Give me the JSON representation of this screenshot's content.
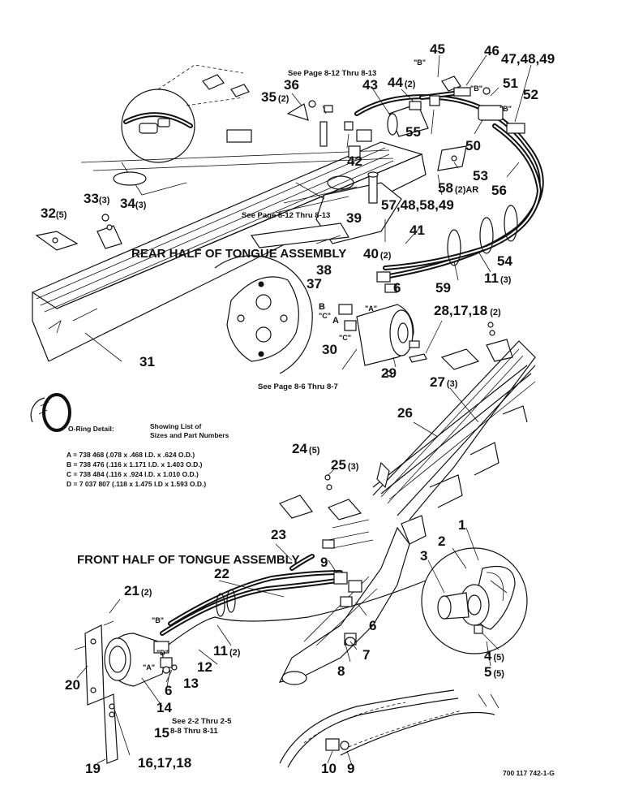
{
  "notes": {
    "see_top": "See Page 8-12 Thru 8-13",
    "see_mid": "See Page 8-12 Thru 8-13",
    "see_motor": "See Page 8-6 Thru 8-7",
    "see_bottom_1": "See 2-2 Thru 2-5",
    "see_bottom_2": "8-8 Thru 8-11"
  },
  "sections": {
    "rear": "REAR HALF OF TONGUE ASSEMBLY",
    "front": "FRONT HALF OF TONGUE ASSEMBLY"
  },
  "oring": {
    "title": "O-Ring Detail:",
    "desc_1": "Showing List of",
    "desc_2": "Sizes and Part Numbers",
    "rows": [
      "A =     738 468 (.078 x .468 I.D. x .624 O.D.)",
      "B =     738 476 (.116 x 1.171 I.D. x 1.403 O.D.)",
      "C =     738 484 (.116 x .924 I.D. x 1.010 O.D.)",
      "D = 7 037 807 (.118 x 1.475 I.D x 1.593 O.D.)"
    ]
  },
  "ports": {
    "b_top_left": "\"B\"",
    "b_top_mid": "\"B\"",
    "b_top_right": "\"B\"",
    "a_motor": "\"A\"",
    "b_motor": "B",
    "c_motor": "\"C\"",
    "a_motor2": "A",
    "c_motor2": "\"C\"",
    "b_front": "\"B\"",
    "d_front": "\"D\"",
    "a_front": "\"A\""
  },
  "callouts": [
    {
      "label": "45",
      "qty": ""
    },
    {
      "label": "46",
      "qty": ""
    },
    {
      "label": "47,48,49",
      "qty": ""
    },
    {
      "label": "36",
      "qty": ""
    },
    {
      "label": "43",
      "qty": ""
    },
    {
      "label": "44",
      "qty": "(2)"
    },
    {
      "label": "51",
      "qty": ""
    },
    {
      "label": "35",
      "qty": "(2)"
    },
    {
      "label": "52",
      "qty": ""
    },
    {
      "label": "55",
      "qty": ""
    },
    {
      "label": "50",
      "qty": ""
    },
    {
      "label": "42",
      "qty": ""
    },
    {
      "label": "53",
      "qty": ""
    },
    {
      "label": "58",
      "qty": "(2)AR"
    },
    {
      "label": "56",
      "qty": ""
    },
    {
      "label": "57,48,58,49",
      "qty": ""
    },
    {
      "label": "33",
      "qty": "(3)"
    },
    {
      "label": "34",
      "qty": "(3)"
    },
    {
      "label": "39",
      "qty": ""
    },
    {
      "label": "32",
      "qty": "(5)"
    },
    {
      "label": "41",
      "qty": ""
    },
    {
      "label": "40",
      "qty": "(2)"
    },
    {
      "label": "54",
      "qty": ""
    },
    {
      "label": "38",
      "qty": ""
    },
    {
      "label": "37",
      "qty": ""
    },
    {
      "label": "6",
      "qty": ""
    },
    {
      "label": "59",
      "qty": ""
    },
    {
      "label": "11",
      "qty": "(3)"
    },
    {
      "label": "28,17,18",
      "qty": "(2)"
    },
    {
      "label": "30",
      "qty": ""
    },
    {
      "label": "31",
      "qty": ""
    },
    {
      "label": "29",
      "qty": ""
    },
    {
      "label": "27",
      "qty": "(3)"
    },
    {
      "label": "26",
      "qty": ""
    },
    {
      "label": "24",
      "qty": "(5)"
    },
    {
      "label": "25",
      "qty": "(3)"
    },
    {
      "label": "1",
      "qty": ""
    },
    {
      "label": "2",
      "qty": ""
    },
    {
      "label": "23",
      "qty": ""
    },
    {
      "label": "3",
      "qty": ""
    },
    {
      "label": "9",
      "qty": ""
    },
    {
      "label": "22",
      "qty": ""
    },
    {
      "label": "21",
      "qty": "(2)"
    },
    {
      "label": "6",
      "qty": ""
    },
    {
      "label": "11",
      "qty": "(2)"
    },
    {
      "label": "4",
      "qty": "(5)"
    },
    {
      "label": "12",
      "qty": ""
    },
    {
      "label": "7",
      "qty": ""
    },
    {
      "label": "5",
      "qty": "(5)"
    },
    {
      "label": "20",
      "qty": ""
    },
    {
      "label": "13",
      "qty": ""
    },
    {
      "label": "6",
      "qty": ""
    },
    {
      "label": "8",
      "qty": ""
    },
    {
      "label": "14",
      "qty": ""
    },
    {
      "label": "15",
      "qty": ""
    },
    {
      "label": "19",
      "qty": ""
    },
    {
      "label": "16,17,18",
      "qty": ""
    },
    {
      "label": "10",
      "qty": ""
    },
    {
      "label": "9",
      "qty": ""
    }
  ],
  "drawing_number": "700 117 742-1-G"
}
